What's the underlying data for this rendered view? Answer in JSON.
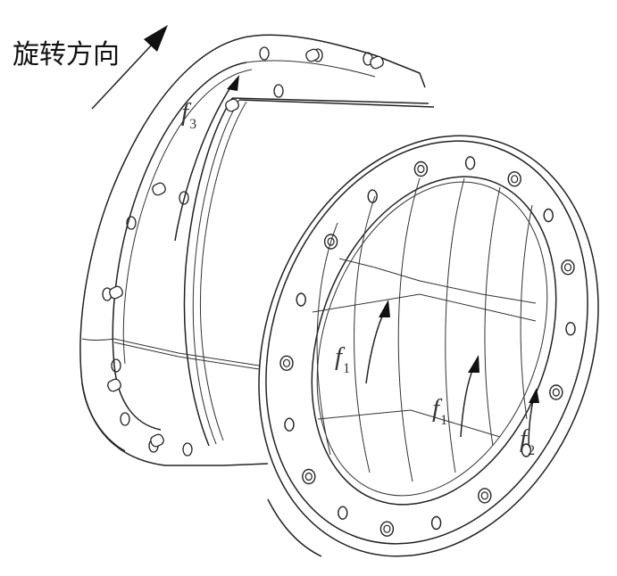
{
  "diagram": {
    "rotation_label": "旋转方向",
    "forces": [
      {
        "symbol": "f",
        "sub": "3"
      },
      {
        "symbol": "f",
        "sub": "1"
      },
      {
        "symbol": "f",
        "sub": "1"
      },
      {
        "symbol": "f",
        "sub": "2"
      }
    ]
  },
  "colors": {
    "line": "#222222",
    "background": "#ffffff"
  },
  "icons": [
    "rotation-arrow-icon",
    "force-arrow-icon"
  ]
}
